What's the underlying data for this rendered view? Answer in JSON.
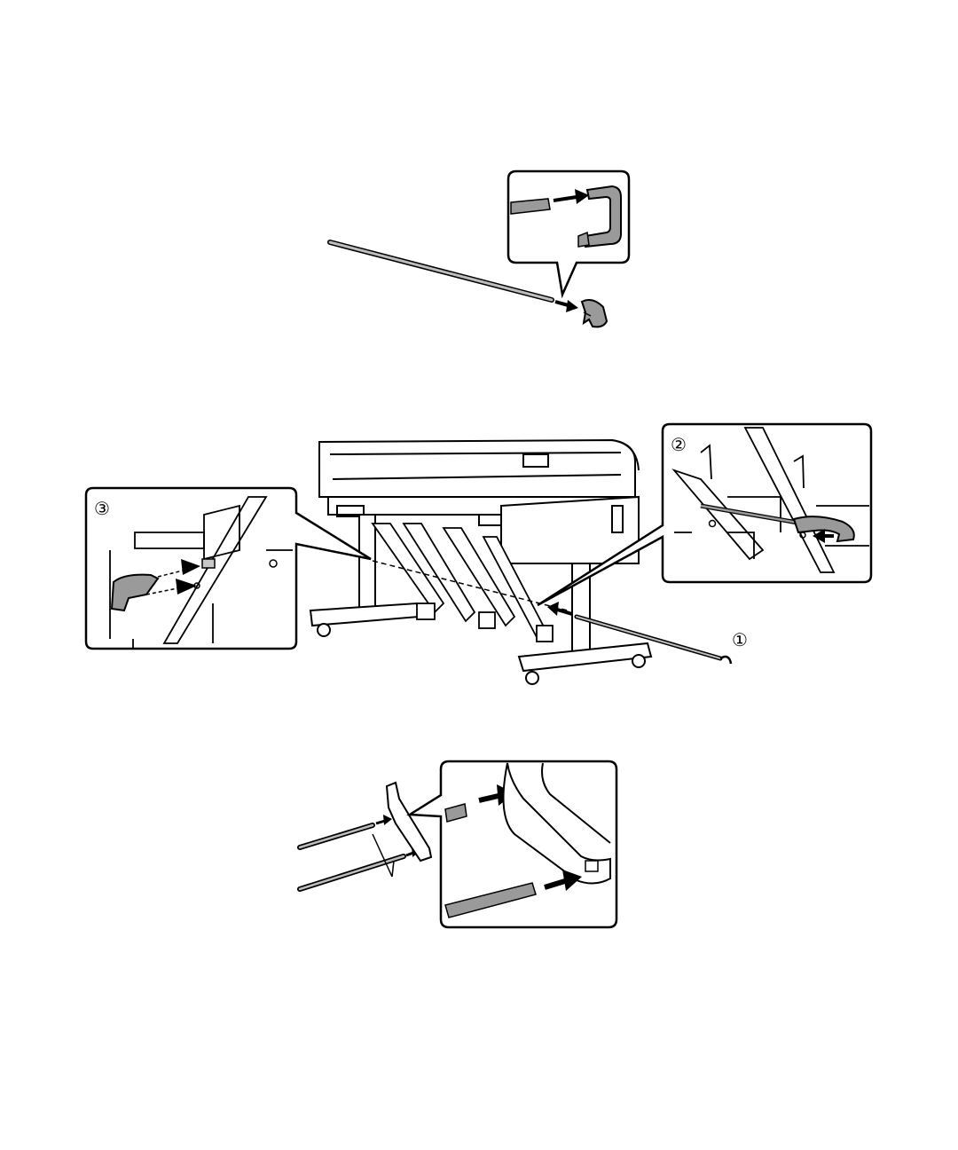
{
  "figures": [
    {
      "id": "fig1",
      "description_labels": []
    },
    {
      "id": "fig2",
      "step_labels": [
        "①",
        "②",
        "③"
      ]
    },
    {
      "id": "fig3",
      "description_labels": []
    }
  ],
  "colors": {
    "line": "#000000",
    "part_fill": "#9a9a9a",
    "part_fill_light": "#c8c8c8",
    "background": "#ffffff"
  }
}
